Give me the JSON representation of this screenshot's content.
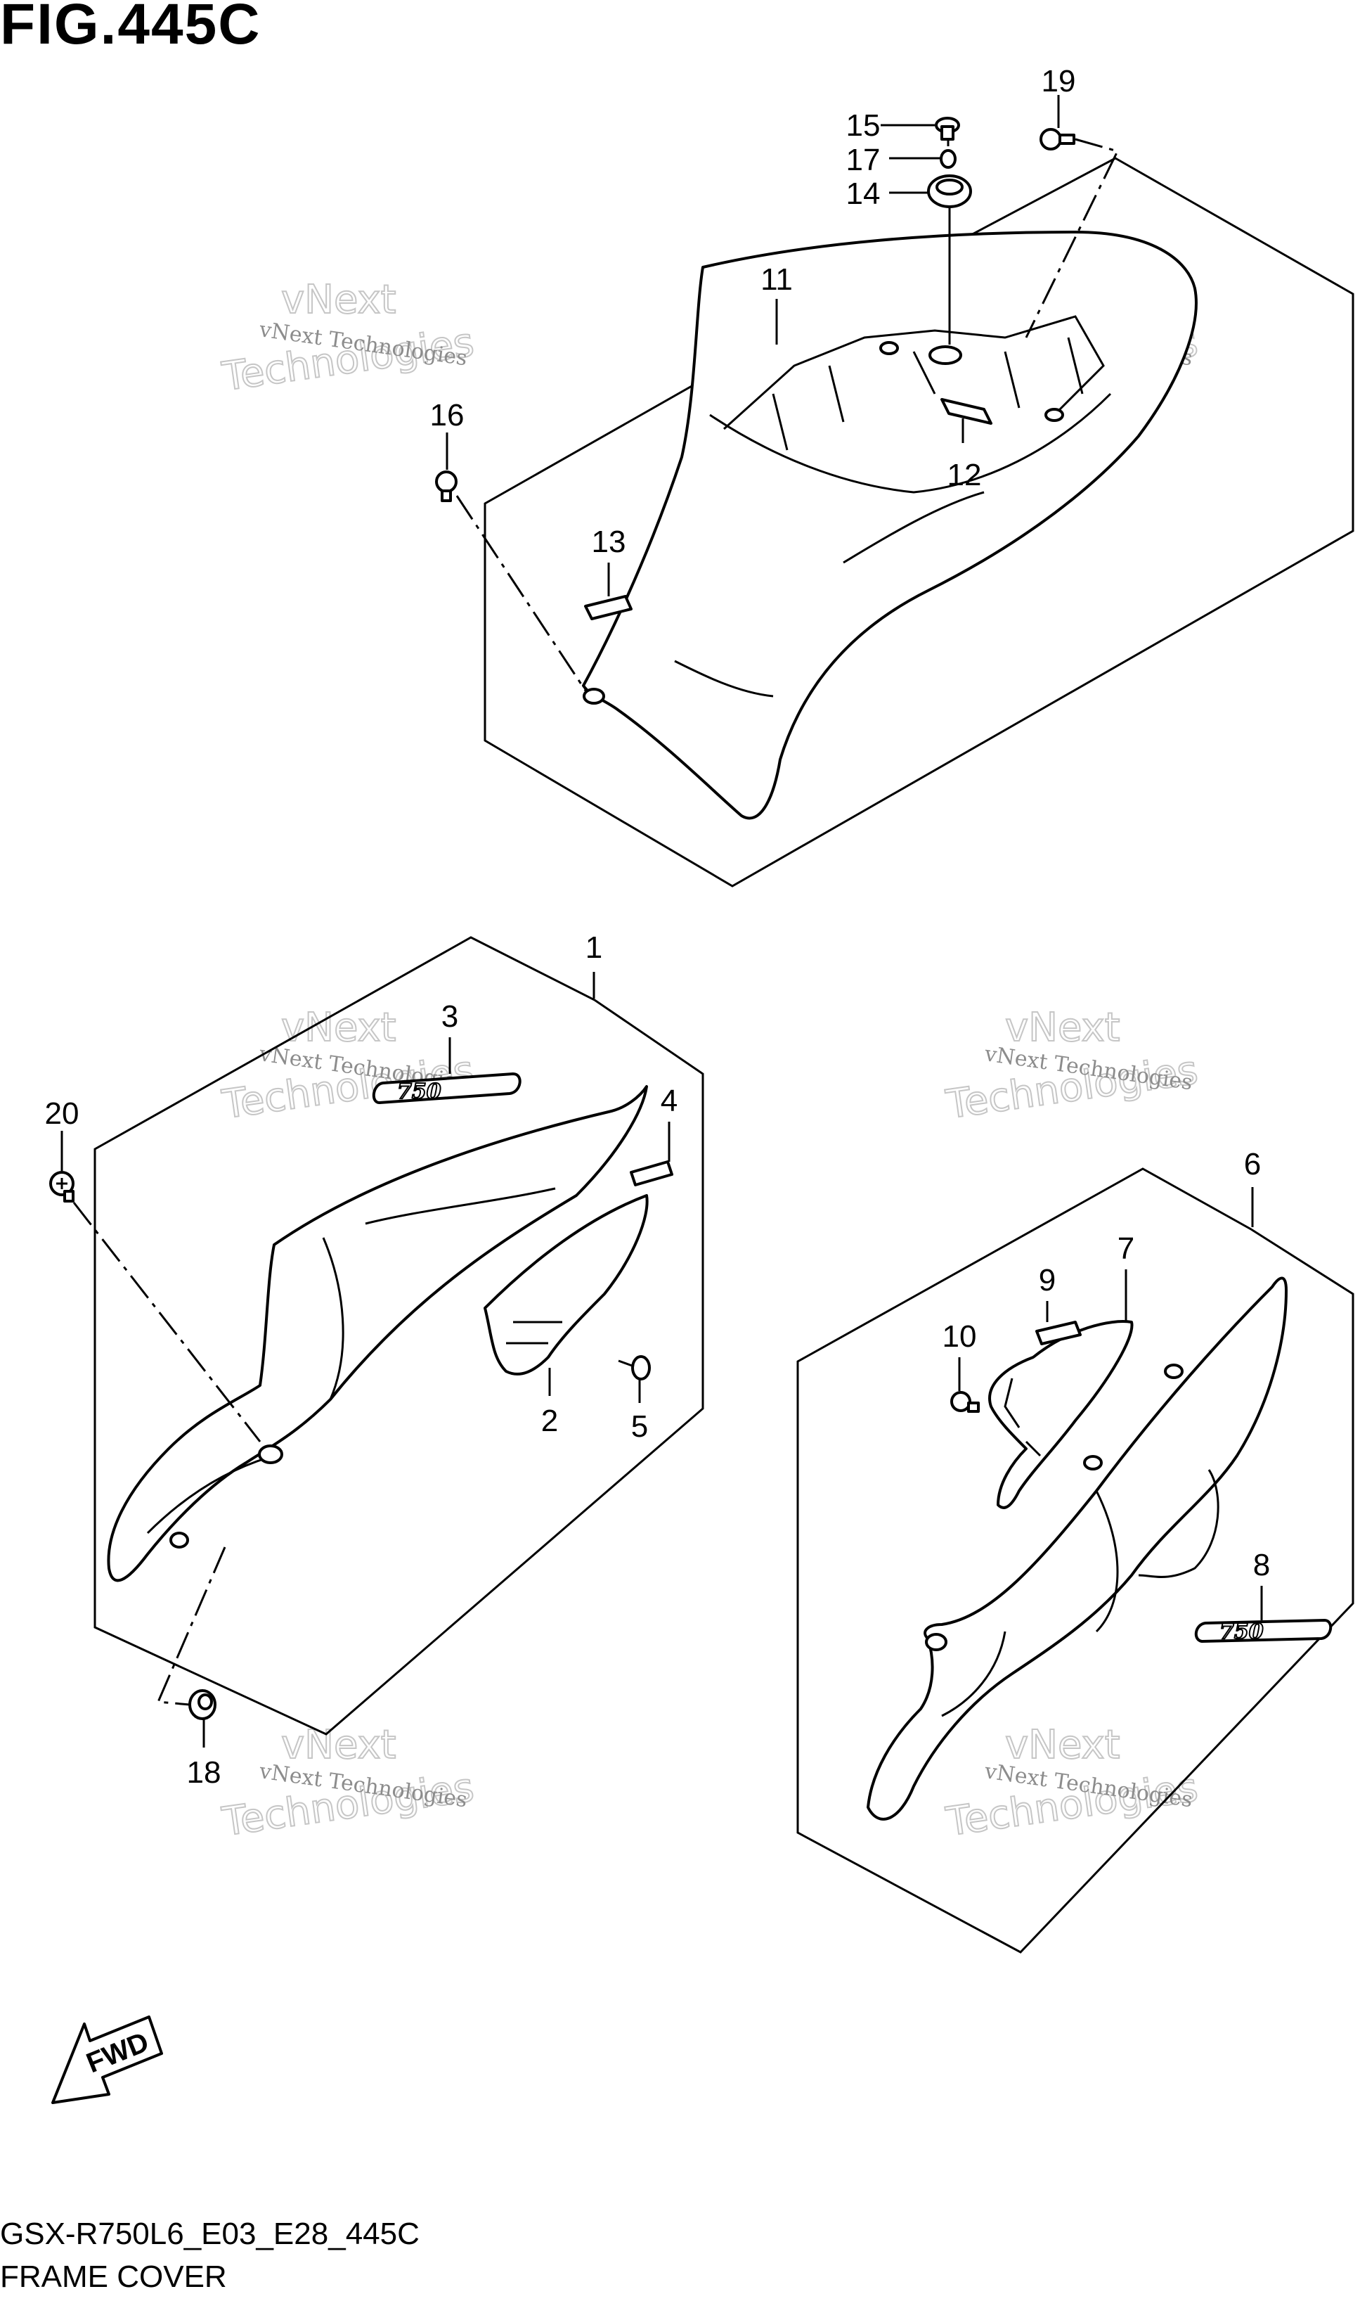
{
  "title": "FIG.445C",
  "footer": {
    "code": "GSX-R750L6_E03_E28_445C",
    "name": "FRAME COVER"
  },
  "watermark": {
    "small": "vNext Technologies",
    "big_line1": "vNext",
    "big_line2": "Technologies"
  },
  "fwd_label": "FWD",
  "callouts": [
    "1",
    "2",
    "3",
    "4",
    "5",
    "6",
    "7",
    "8",
    "9",
    "10",
    "11",
    "12",
    "13",
    "14",
    "15",
    "16",
    "17",
    "18",
    "19",
    "20"
  ]
}
